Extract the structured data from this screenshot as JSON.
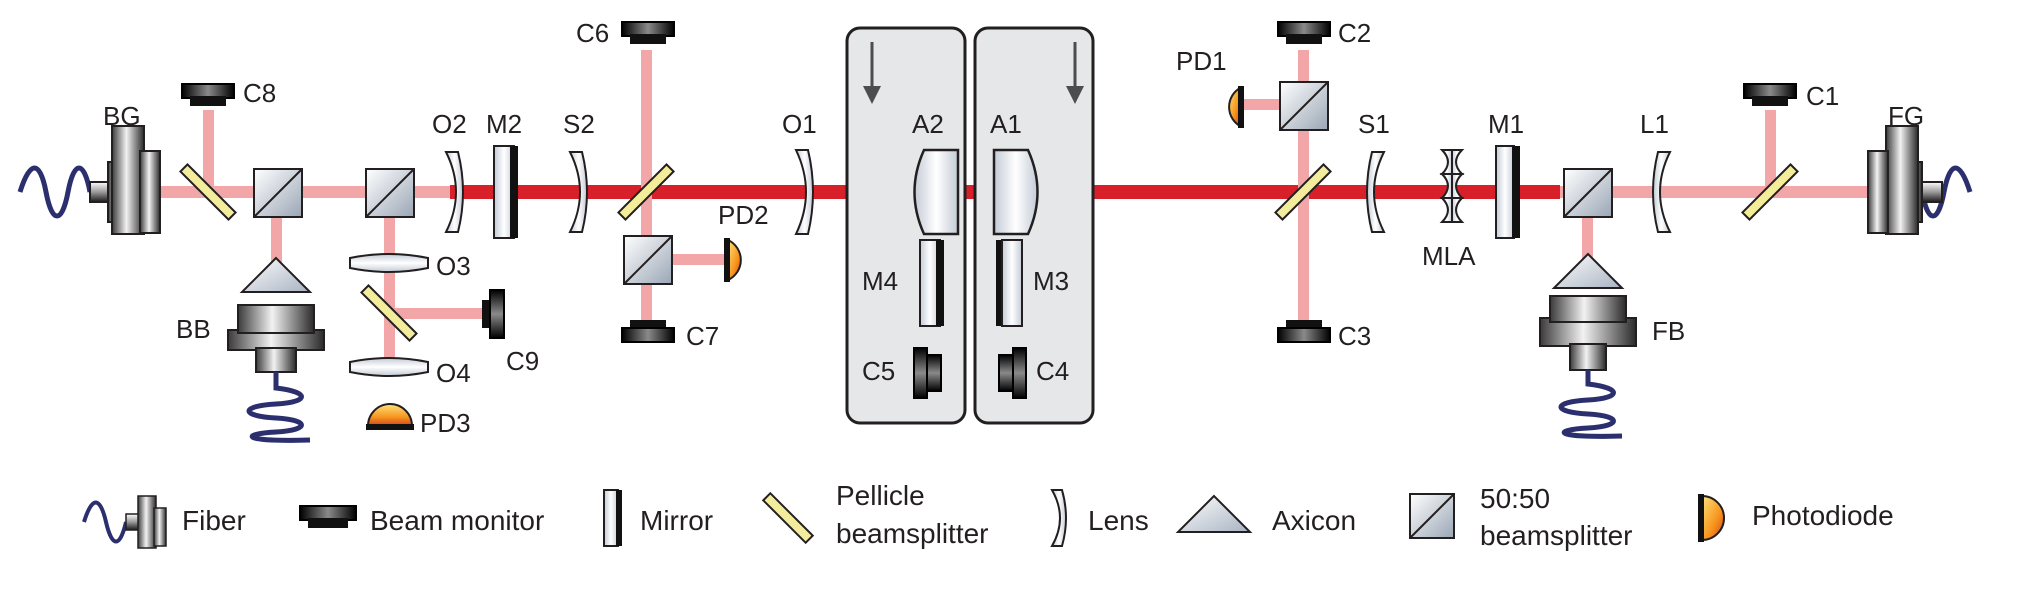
{
  "labels": {
    "bg": "BG",
    "c8": "C8",
    "bb": "BB",
    "o2": "O2",
    "m2": "M2",
    "s2": "S2",
    "o3": "O3",
    "o4": "O4",
    "c9": "C9",
    "pd3": "PD3",
    "c6": "C6",
    "c7": "C7",
    "pd2": "PD2",
    "o1": "O1",
    "a2": "A2",
    "a1": "A1",
    "m4": "M4",
    "m3": "M3",
    "c5": "C5",
    "c4": "C4",
    "pd1": "PD1",
    "c2": "C2",
    "c3": "C3",
    "s1": "S1",
    "m1": "M1",
    "mla": "MLA",
    "l1": "L1",
    "fb": "FB",
    "c1": "C1",
    "fg": "FG"
  },
  "legend": {
    "fiber": "Fiber",
    "beam_monitor": "Beam monitor",
    "mirror": "Mirror",
    "pellicle_line1": "Pellicle",
    "pellicle_line2": "beamsplitter",
    "lens": "Lens",
    "axicon": "Axicon",
    "bs_line1": "50:50",
    "bs_line2": "beamsplitter",
    "photodiode": "Photodiode"
  },
  "colors": {
    "main_beam": "#d7202a",
    "aux_beam": "#f2a6a8",
    "fiber_cable": "#2b2f6e",
    "pellicle": "#f3ec9a",
    "photodiode": "#f7941d",
    "panel": "#e6e7e8"
  }
}
